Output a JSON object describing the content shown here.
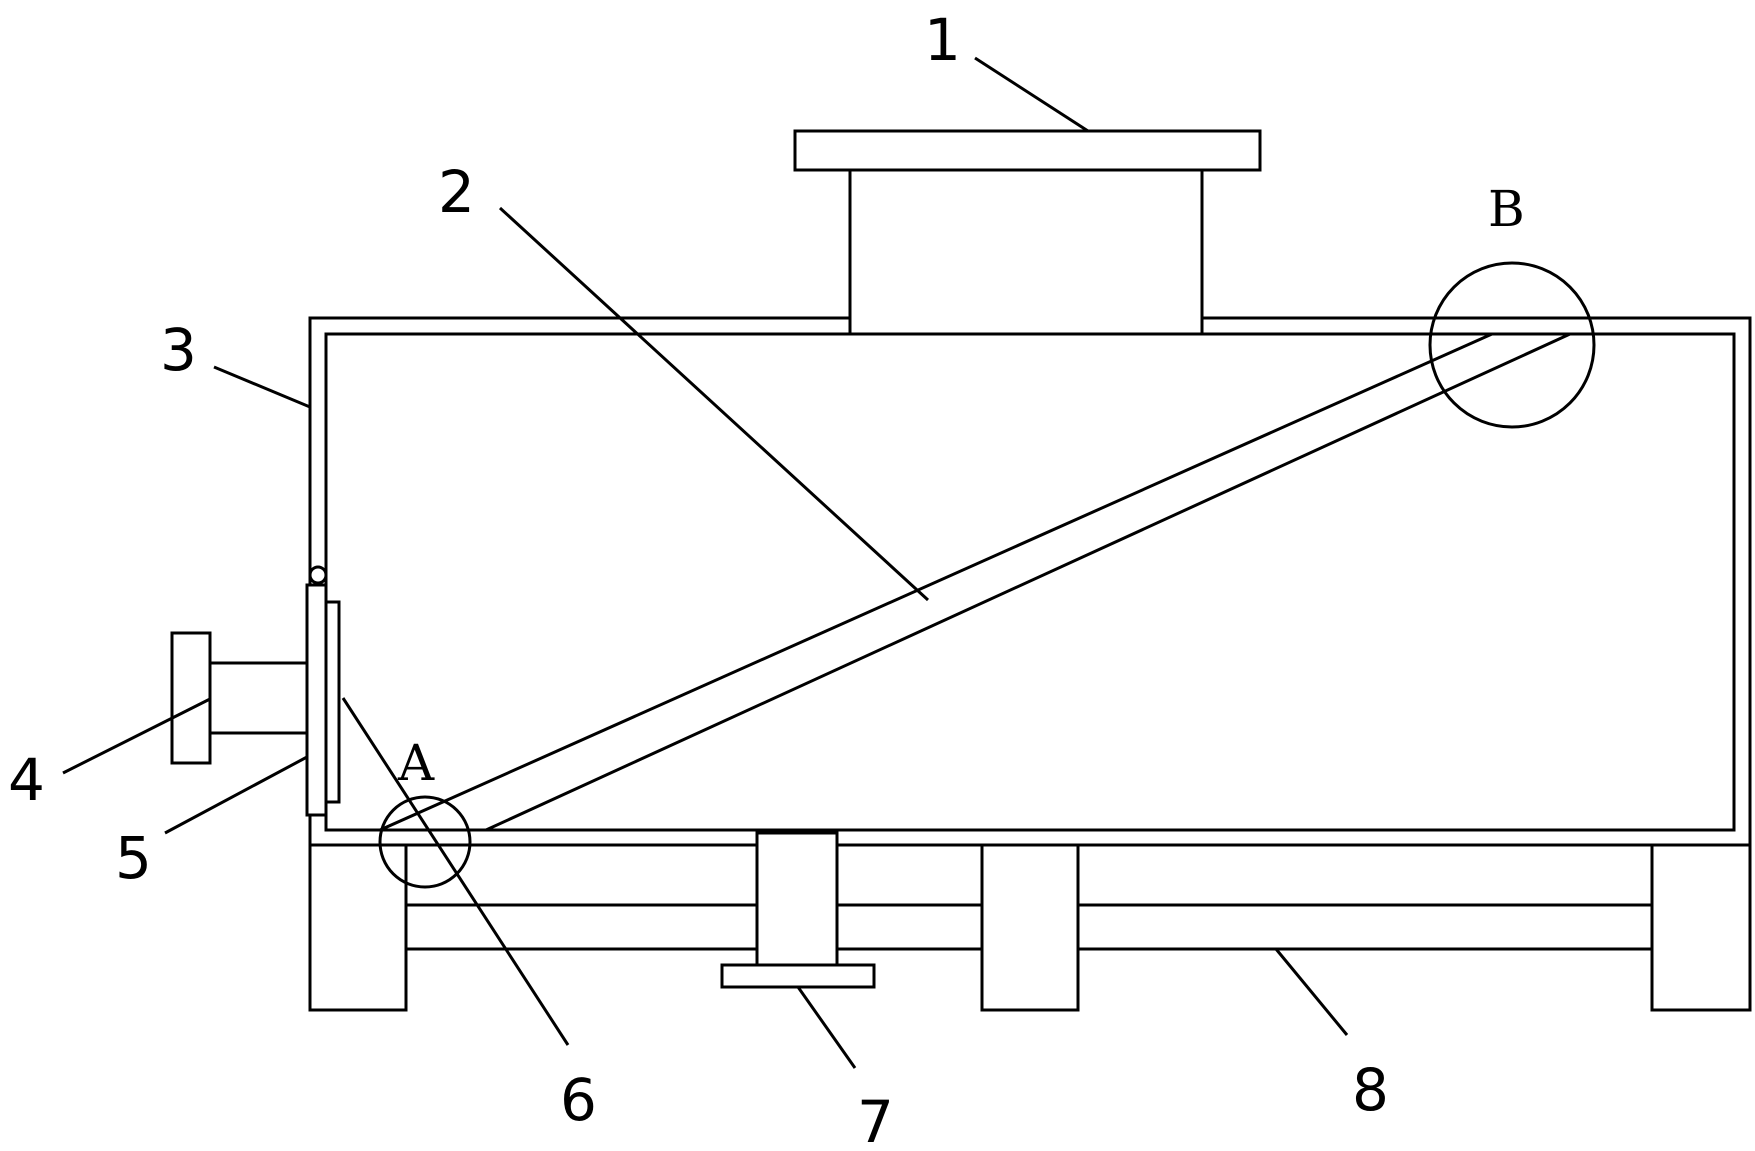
{
  "diagram": {
    "part_labels": [
      {
        "id": "1",
        "text": "1"
      },
      {
        "id": "2",
        "text": "2"
      },
      {
        "id": "3",
        "text": "3"
      },
      {
        "id": "4",
        "text": "4"
      },
      {
        "id": "5",
        "text": "5"
      },
      {
        "id": "6",
        "text": "6"
      },
      {
        "id": "7",
        "text": "7"
      },
      {
        "id": "8",
        "text": "8"
      }
    ],
    "detail_labels": [
      {
        "id": "A",
        "text": "A"
      },
      {
        "id": "B",
        "text": "B"
      }
    ],
    "colors": {
      "line": "#000000",
      "background": "#ffffff"
    }
  }
}
